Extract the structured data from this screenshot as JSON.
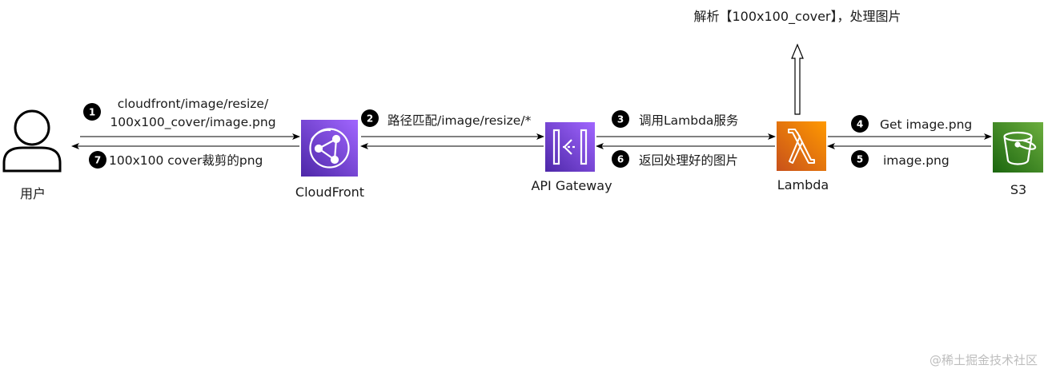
{
  "nodes": {
    "user": {
      "label": "用户",
      "icon": "user-icon"
    },
    "cloudfront": {
      "label": "CloudFront",
      "icon": "cloudfront-icon",
      "color": "#8c4fff"
    },
    "api_gateway": {
      "label": "API Gateway",
      "icon": "api-gateway-icon",
      "color": "#8c4fff"
    },
    "lambda": {
      "label": "Lambda",
      "icon": "lambda-icon",
      "color": "#ed7100"
    },
    "s3": {
      "label": "S3",
      "icon": "s3-bucket-icon",
      "color": "#3f8624"
    }
  },
  "edges": {
    "e1": {
      "step": "1",
      "line1": "cloudfront/image/resize/",
      "line2": "100x100_cover/image.png"
    },
    "e2": {
      "step": "2",
      "label": "路径匹配/image/resize/*"
    },
    "e3": {
      "step": "3",
      "label": "调用Lambda服务"
    },
    "e4": {
      "step": "4",
      "label": "Get image.png"
    },
    "e5": {
      "step": "5",
      "label": "image.png"
    },
    "e6": {
      "step": "6",
      "label": "返回处理好的图片"
    },
    "e7": {
      "step": "7",
      "label": "100x100 cover裁剪的png"
    }
  },
  "annotation": {
    "label": "解析【100x100_cover】，处理图片"
  },
  "watermark": {
    "label": "@稀土掘金技术社区"
  }
}
